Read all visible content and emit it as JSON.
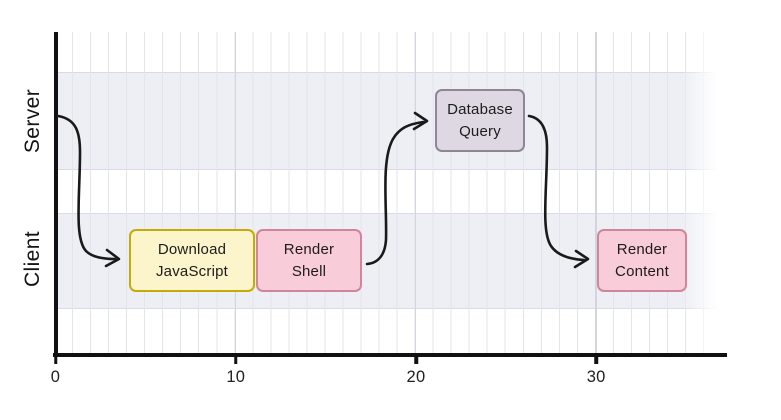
{
  "chart_data": {
    "type": "gantt",
    "title": "",
    "xlabel": "",
    "x_ticks": [
      0,
      10,
      20,
      30
    ],
    "x_axis_range": [
      0,
      37
    ],
    "grid": "minor lines every 1 unit, major lines every 10 units",
    "lanes": [
      "Server",
      "Client"
    ],
    "tasks": [
      {
        "lane": "Client",
        "label": "Download JavaScript",
        "start": 4,
        "end": 11,
        "color": "#fcf4ca"
      },
      {
        "lane": "Client",
        "label": "Render Shell",
        "start": 11,
        "end": 17,
        "color": "#f9ccd9"
      },
      {
        "lane": "Server",
        "label": "Database Query",
        "start": 21,
        "end": 26,
        "color": "#ddd8e1"
      },
      {
        "lane": "Client",
        "label": "Render Content",
        "start": 30,
        "end": 35,
        "color": "#f9ccd9"
      }
    ],
    "arrows": [
      {
        "from": "timeline start (Server axis)",
        "to": "Download JavaScript"
      },
      {
        "from": "Render Shell",
        "to": "Database Query"
      },
      {
        "from": "Database Query",
        "to": "Render Content"
      }
    ]
  },
  "lanes": {
    "server": "Server",
    "client": "Client"
  },
  "tasks": {
    "download_js": "Download\nJavaScript",
    "render_shell": "Render\nShell",
    "database_query": "Database\nQuery",
    "render_content": "Render\nContent"
  },
  "axis": {
    "tick_0": "0",
    "tick_10": "10",
    "tick_20": "20",
    "tick_30": "30"
  },
  "colors": {
    "background": "#ffffff",
    "lane_band": "#edeff4",
    "grid_minor": "#e4e4ed",
    "grid_major": "#d4d4df",
    "band_edge": "#d9dae3",
    "axis": "#111111",
    "arrow": "#1a1a1a",
    "task_yellow_fill": "#fcf4ca",
    "task_yellow_border": "#c3ac07",
    "task_pink_fill": "#f9ccd9",
    "task_pink_border": "#d0859b",
    "task_purple_fill": "#ddd8e1",
    "task_purple_border": "#8f8597",
    "text": "#1c1c1c"
  }
}
